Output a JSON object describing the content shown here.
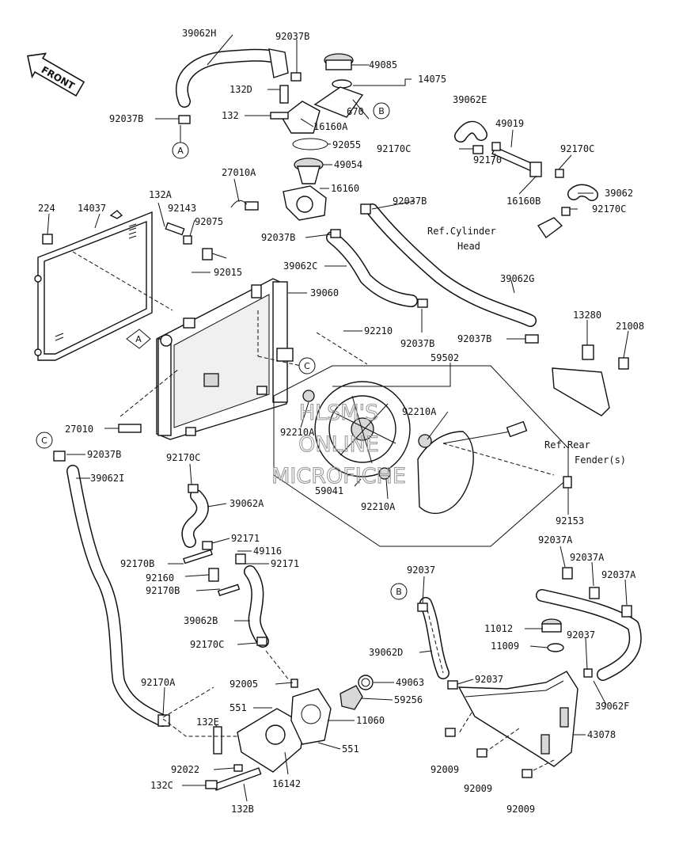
{
  "front_label": "FRONT",
  "labels": {
    "p39062H": "39062H",
    "p92037B_top": "92037B",
    "p49085": "49085",
    "p14075": "14075",
    "p132D": "132D",
    "p670": "670",
    "p92037B_left": "92037B",
    "p132": "132",
    "p16160A": "16160A",
    "p92055": "92055",
    "p49054": "49054",
    "p39062E": "39062E",
    "p49019": "49019",
    "p92170C_1": "92170C",
    "p92170C_2": "92170C",
    "p92170": "92170",
    "p16160B": "16160B",
    "p39062": "39062",
    "p92170C_3": "92170C",
    "p27010A": "27010A",
    "p16160": "16160",
    "p92037B_mid": "92037B",
    "p224": "224",
    "p14037": "14037",
    "p132A": "132A",
    "p92143": "92143",
    "p92075": "92075",
    "p92037B_hose": "92037B",
    "p39062C": "39062C",
    "p92015": "92015",
    "p39062G": "39062G",
    "p39060": "39060",
    "p13280": "13280",
    "p21008": "21008",
    "p92210": "92210",
    "p92037B_c": "92037B",
    "p92037B_g": "92037B",
    "p59502": "59502",
    "p27010": "27010",
    "p92210A_1": "92210A",
    "p92210A_2": "92210A",
    "p92037B_i": "92037B",
    "p39062I": "39062I",
    "p92170C_4": "92170C",
    "p59041": "59041",
    "p92210A_3": "92210A",
    "p39062A": "39062A",
    "p92153": "92153",
    "p92171_1": "92171",
    "p49116": "49116",
    "p92170B_1": "92170B",
    "p92171_2": "92171",
    "p92160": "92160",
    "p92170B_2": "92170B",
    "p92037A_1": "92037A",
    "p92037A_2": "92037A",
    "p92037A_3": "92037A",
    "p92037": "92037",
    "p39062B": "39062B",
    "p92170C_5": "92170C",
    "p11012": "11012",
    "p92037_2": "92037",
    "p11009": "11009",
    "p39062D": "39062D",
    "p92005": "92005",
    "p49063": "49063",
    "p92037_3": "92037",
    "p92170A": "92170A",
    "p59256": "59256",
    "p551_1": "551",
    "p11060": "11060",
    "p39062F": "39062F",
    "p132E": "132E",
    "p551_2": "551",
    "p43078": "43078",
    "p92022": "92022",
    "p92009_1": "92009",
    "p16142": "16142",
    "p132C": "132C",
    "p92009_2": "92009",
    "p92009_3": "92009",
    "p132B": "132B"
  },
  "references": {
    "cylinder_head_1": "Ref.Cylinder",
    "cylinder_head_2": "Head",
    "rear_fender_1": "Ref.Rear",
    "rear_fender_2": "Fender(s)"
  },
  "callouts": {
    "A1": "A",
    "A2": "A",
    "B1": "B",
    "B2": "B",
    "C1": "C",
    "C2": "C"
  },
  "watermark": [
    "HLSM'S",
    "ONLINE",
    "MICROFICHE"
  ]
}
